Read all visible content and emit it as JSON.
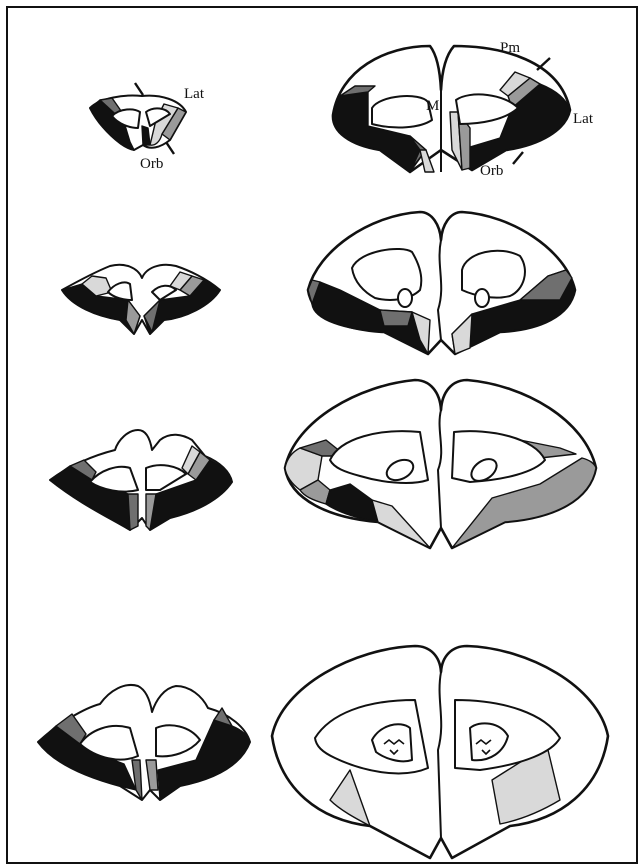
{
  "colors": {
    "black": "#111111",
    "dark_gray": "#6f6f6f",
    "mid_gray": "#9a9a9a",
    "light_gray": "#d9d9d9",
    "white": "#ffffff",
    "frame": "#111111"
  },
  "labels": {
    "small_top_lat": "Lat",
    "small_top_orb": "Orb",
    "large_top_pm": "Pm",
    "large_top_m": "M",
    "large_top_lat": "Lat",
    "large_top_orb": "Orb"
  }
}
